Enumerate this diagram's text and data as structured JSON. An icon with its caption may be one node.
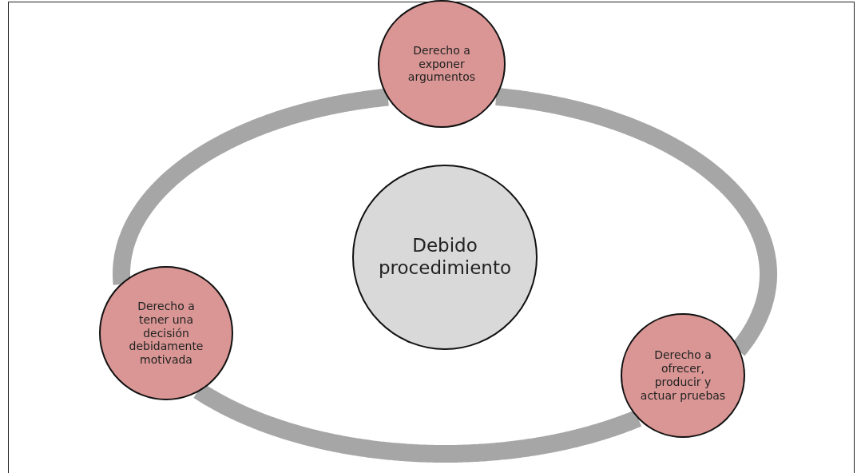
{
  "diagram": {
    "nodes": [
      {
        "text": [
          "Derecho a exponer argumentos"
        ]
      },
      {
        "text": [
          "Debido procedimiento"
        ]
      },
      {
        "text": [
          "Derecho a tener una decisión debidamente motivada"
        ]
      },
      {
        "text": [
          "Derecho a ofrecer, producir y actuar pruebas"
        ]
      }
    ],
    "edges": [
      {
        "from": 0,
        "to": 3,
        "arrow": "none"
      },
      {
        "from": 3,
        "to": 2,
        "arrow": "none"
      },
      {
        "from": 2,
        "to": 0,
        "arrow": "none"
      }
    ]
  }
}
